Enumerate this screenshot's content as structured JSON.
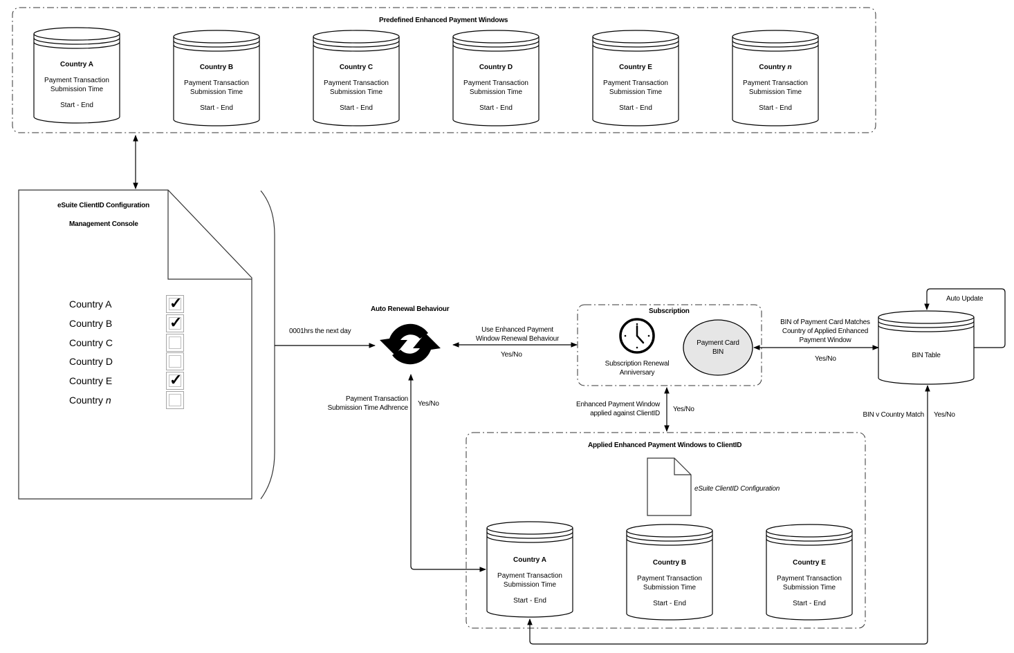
{
  "predefined_group": {
    "title": "Predefined Enhanced Payment Windows",
    "databases": [
      {
        "title": "Country A",
        "title_italic_suffix": "",
        "desc1": "Payment Transaction",
        "desc2": "Submission Time",
        "range": "Start - End"
      },
      {
        "title": "Country B",
        "title_italic_suffix": "",
        "desc1": "Payment Transaction",
        "desc2": "Submission Time",
        "range": "Start - End"
      },
      {
        "title": "Country C",
        "title_italic_suffix": "",
        "desc1": "Payment Transaction",
        "desc2": "Submission Time",
        "range": "Start - End"
      },
      {
        "title": "Country D",
        "title_italic_suffix": "",
        "desc1": "Payment Transaction",
        "desc2": "Submission Time",
        "range": "Start - End"
      },
      {
        "title": "Country E",
        "title_italic_suffix": "",
        "desc1": "Payment Transaction",
        "desc2": "Submission Time",
        "range": "Start - End"
      },
      {
        "title": "Country ",
        "title_italic_suffix": "n",
        "desc1": "Payment Transaction",
        "desc2": "Submission Time",
        "range": "Start - End"
      }
    ]
  },
  "console": {
    "title_line1": "eSuite ClientID Configuration",
    "title_line2": "Management Console",
    "countries": [
      {
        "label": "Country A",
        "italic_suffix": "",
        "checked": true
      },
      {
        "label": "Country B",
        "italic_suffix": "",
        "checked": true
      },
      {
        "label": "Country C",
        "italic_suffix": "",
        "checked": false
      },
      {
        "label": "Country D",
        "italic_suffix": "",
        "checked": false
      },
      {
        "label": "Country E",
        "italic_suffix": "",
        "checked": true
      },
      {
        "label": "Country ",
        "italic_suffix": "n",
        "checked": false
      }
    ],
    "check_glyph": "✓"
  },
  "auto_renewal": {
    "title": "Auto Renewal Behaviour",
    "icon": "refresh-icon",
    "input_label": "0001hrs the next day",
    "adherence_label_line1": "Payment Transaction",
    "adherence_label_line2": "Submission Time Adhrence",
    "adherence_answer": "Yes/No"
  },
  "renewal_link": {
    "label_line1": "Use Enhanced Payment",
    "label_line2": "Window Renewal Behaviour",
    "answer": "Yes/No"
  },
  "subscription": {
    "title": "Subscription",
    "clock_icon": "clock-icon",
    "clock_label_line1": "Subscription Renewal",
    "clock_label_line2": "Anniversary",
    "card_label_line1": "Payment Card",
    "card_label_line2": "BIN"
  },
  "applied_link": {
    "label_line1": "Enhanced Payment Window",
    "label_line2": "applied against ClientID",
    "answer": "Yes/No"
  },
  "bin_link": {
    "label_line1": "BIN of Payment Card Matches",
    "label_line2": "Country of Applied Enhanced",
    "label_line3": "Payment Window",
    "answer": "Yes/No"
  },
  "bin_table": {
    "title": "BIN Table",
    "auto_update_label": "Auto Update",
    "match_label": "BIN v Country Match",
    "match_answer": "Yes/No"
  },
  "applied_group": {
    "title": "Applied Enhanced Payment Windows to ClientID",
    "document_label": "eSuite ClientID Configuration",
    "databases": [
      {
        "title": "Country A",
        "desc1": "Payment Transaction",
        "desc2": "Submission Time",
        "range": "Start - End"
      },
      {
        "title": "Country B",
        "desc1": "Payment Transaction",
        "desc2": "Submission Time",
        "range": "Start - End"
      },
      {
        "title": "Country E",
        "desc1": "Payment Transaction",
        "desc2": "Submission Time",
        "range": "Start - End"
      }
    ]
  },
  "colors": {
    "stroke": "#000000",
    "ellipse_fill": "#e6e6e6",
    "checkbox_border": "#a5a5a5"
  }
}
